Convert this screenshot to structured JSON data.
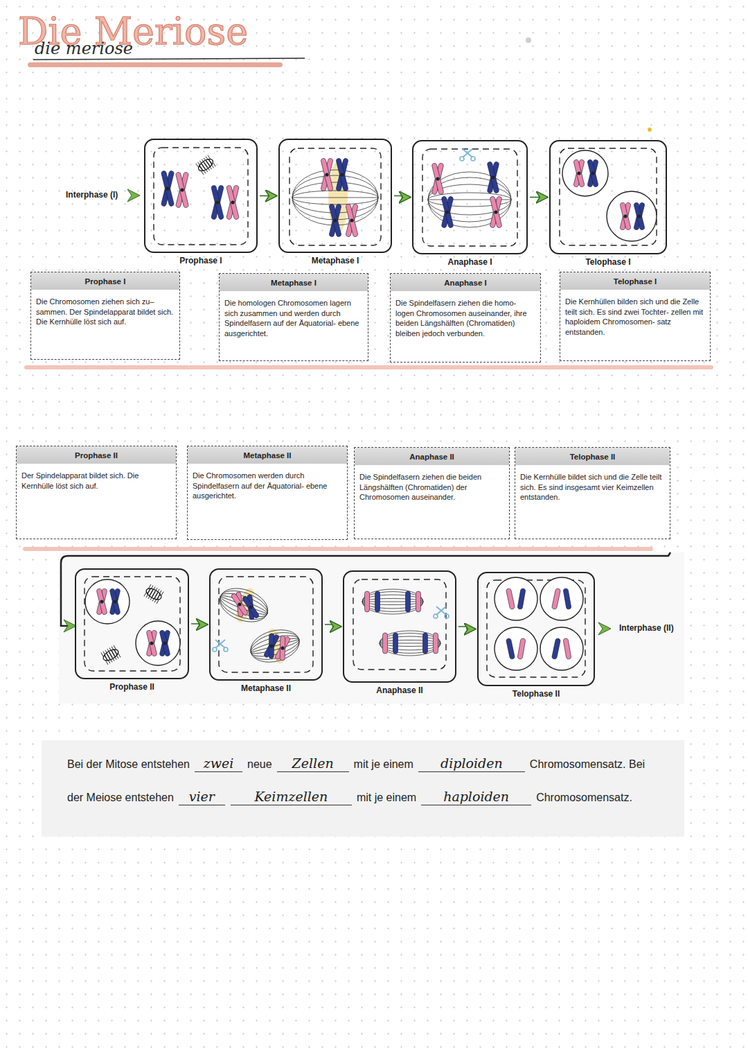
{
  "diagram": {
    "title": "Die Meriose",
    "nodes": [
      {
        "text": [
          "Prophase I"
        ]
      },
      {
        "text": [
          "Metaphase I"
        ]
      },
      {
        "text": [
          "Anaphase I"
        ]
      },
      {
        "text": [
          "Telophase I"
        ]
      },
      {
        "text": [
          "Prophase I",
          "Die Chromosomen ziehen sich zu– sammen. Der Spindelapparat bildet sich. Die Kernhülle löst sich auf."
        ]
      },
      {
        "text": [
          "Metaphase I",
          "Die homologen Chromosomen lagern sich zusammen und werden durch Spindelfasern auf der Äquatorial- ebene ausgerichtet."
        ]
      },
      {
        "text": [
          "Anaphase I",
          "Die Spindelfasern ziehen die homo- logen Chromosomen auseinander, ihre beiden Längshälften (Chromatiden) bleiben jedoch verbunden."
        ]
      },
      {
        "text": [
          "Telophase I",
          "Die Kernhüllen bilden sich und die Zelle teilt sich. Es sind zwei Tochter- zellen mit haploidem Chromosomen- satz entstanden."
        ]
      },
      {
        "text": [
          "Prophase II",
          "Der Spindelapparat bildet sich. Die Kernhülle löst sich auf."
        ]
      },
      {
        "text": [
          "Metaphase II",
          "Die Chromosomen werden durch Spindelfasern auf der Äquatorial- ebene ausgerichtet."
        ]
      },
      {
        "text": [
          "Anaphase II",
          "Die Spindelfasern ziehen die beiden Längshälften (Chromatiden) der Chromosomen auseinander."
        ]
      },
      {
        "text": [
          "Telophase II",
          "Die Kernhülle bildet sich und die Zelle teilt sich. Es sind insgesamt vier Keimzellen entstanden."
        ]
      },
      {
        "text": [
          "Prophase II"
        ]
      },
      {
        "text": [
          "Metaphase II"
        ]
      },
      {
        "text": [
          "Anaphase II"
        ]
      },
      {
        "text": [
          "Telophase II"
        ]
      },
      {
        "text": [
          "Bei der Mitose entstehen",
          "zwei",
          "neue",
          "Zellen",
          "mit je einem",
          "diploiden",
          "Chromosomensatz. Bei",
          "der Meiose entstehen",
          "vier",
          "Keimzellen",
          "mit je einem",
          "haploiden",
          "Chromosomensatz."
        ]
      }
    ],
    "edges": [
      {
        "from": 0,
        "to": 1,
        "arrow": "to"
      },
      {
        "from": 1,
        "to": 2,
        "arrow": "to"
      },
      {
        "from": 2,
        "to": 3,
        "arrow": "to"
      },
      {
        "from": 12,
        "to": 13,
        "arrow": "to"
      },
      {
        "from": 13,
        "to": 14,
        "arrow": "to"
      },
      {
        "from": 14,
        "to": 15,
        "arrow": "to"
      }
    ],
    "labels": [
      "die meriose",
      "Interphase (I)",
      "Interphase (II)"
    ]
  }
}
